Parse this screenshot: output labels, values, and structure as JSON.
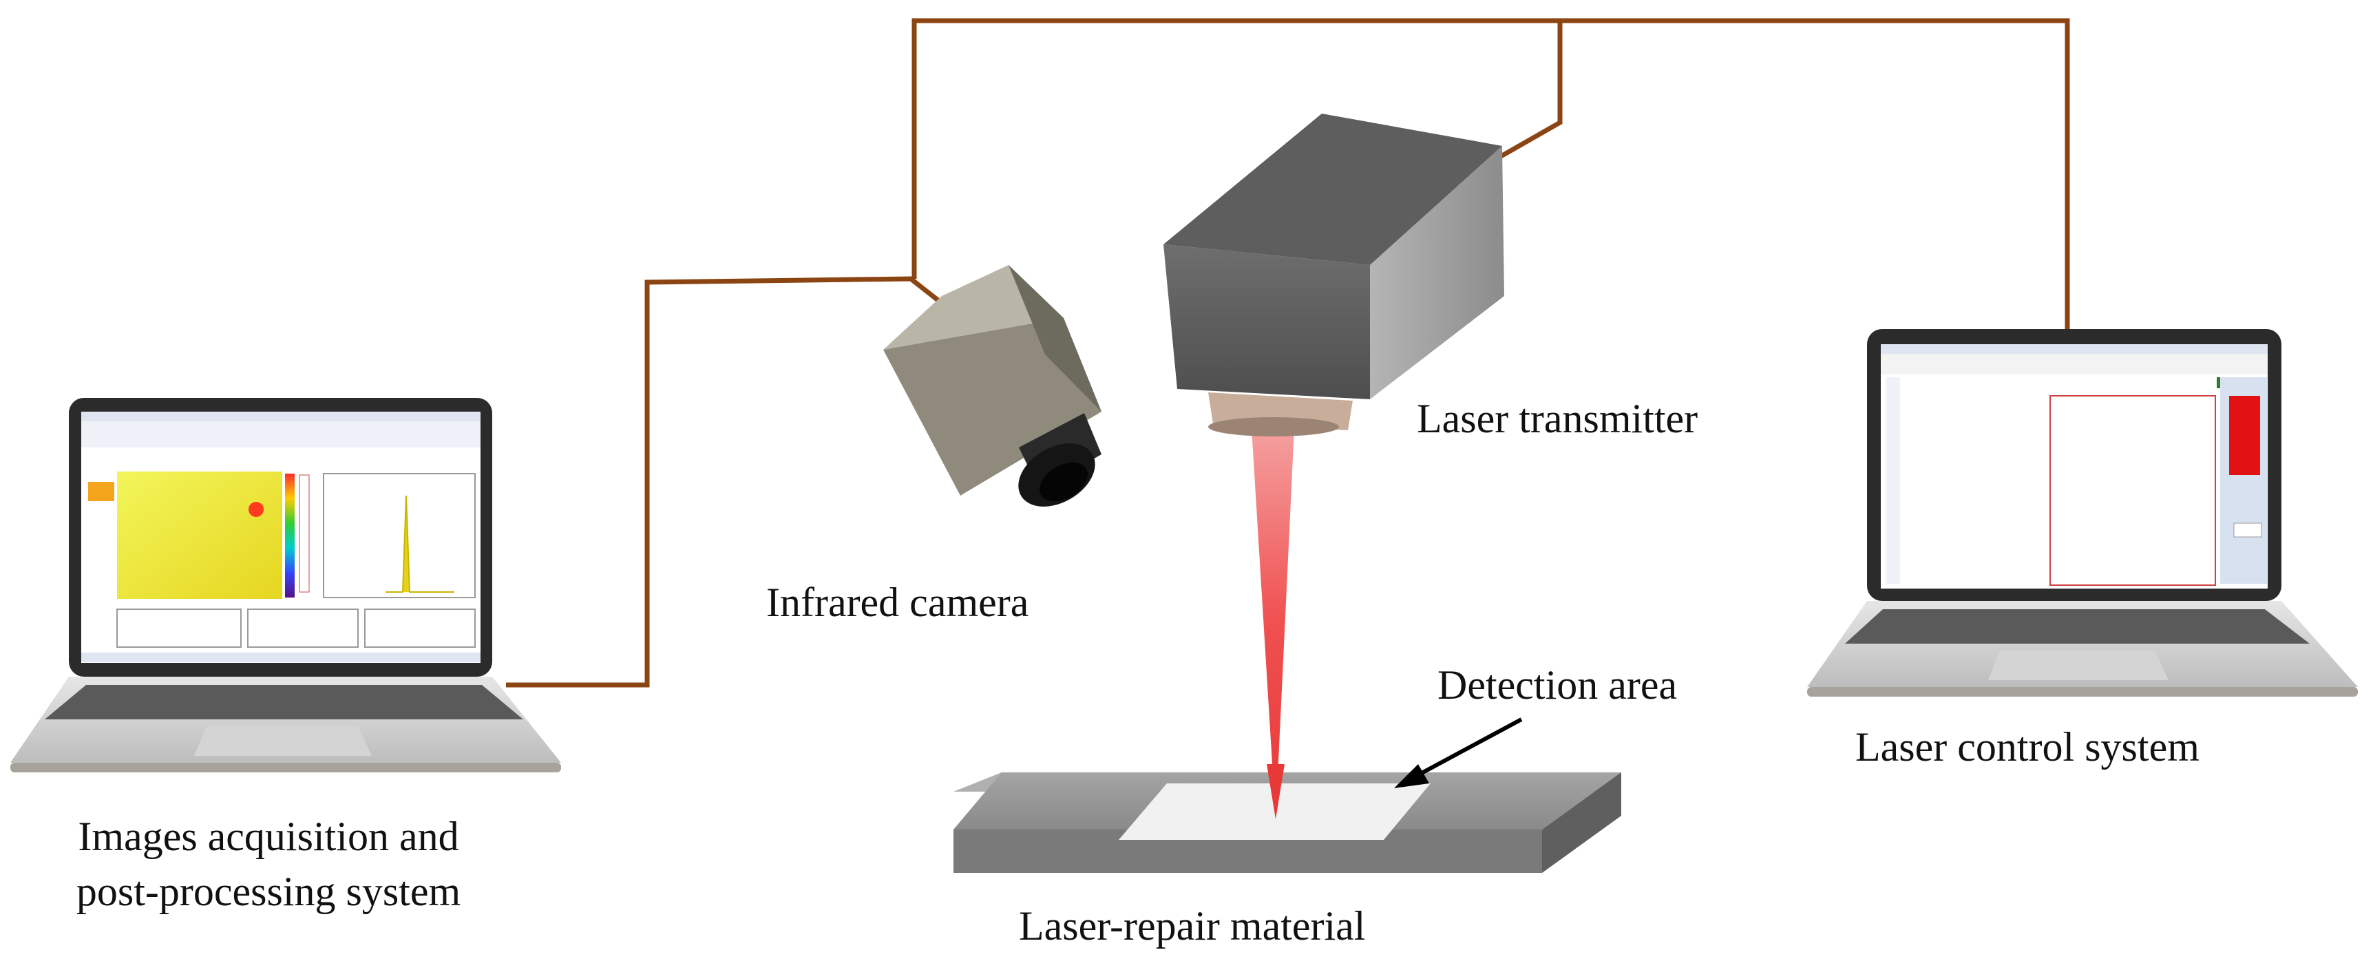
{
  "labels": {
    "laser_transmitter": "Laser transmitter",
    "infrared_camera": "Infrared camera",
    "detection_area": "Detection area",
    "laser_control_system": "Laser control system",
    "acquisition_line1": "Images acquisition and",
    "acquisition_line2": "post-processing system",
    "material": "Laser-repair material"
  },
  "colors": {
    "cable": "#8b4513",
    "laser_beam": "#f05050",
    "device_body": "#6b6b6b",
    "camera_body": "#8f8a7c",
    "thermal_image": "#e8ee3a",
    "control_panel_alarm": "#e21212"
  }
}
